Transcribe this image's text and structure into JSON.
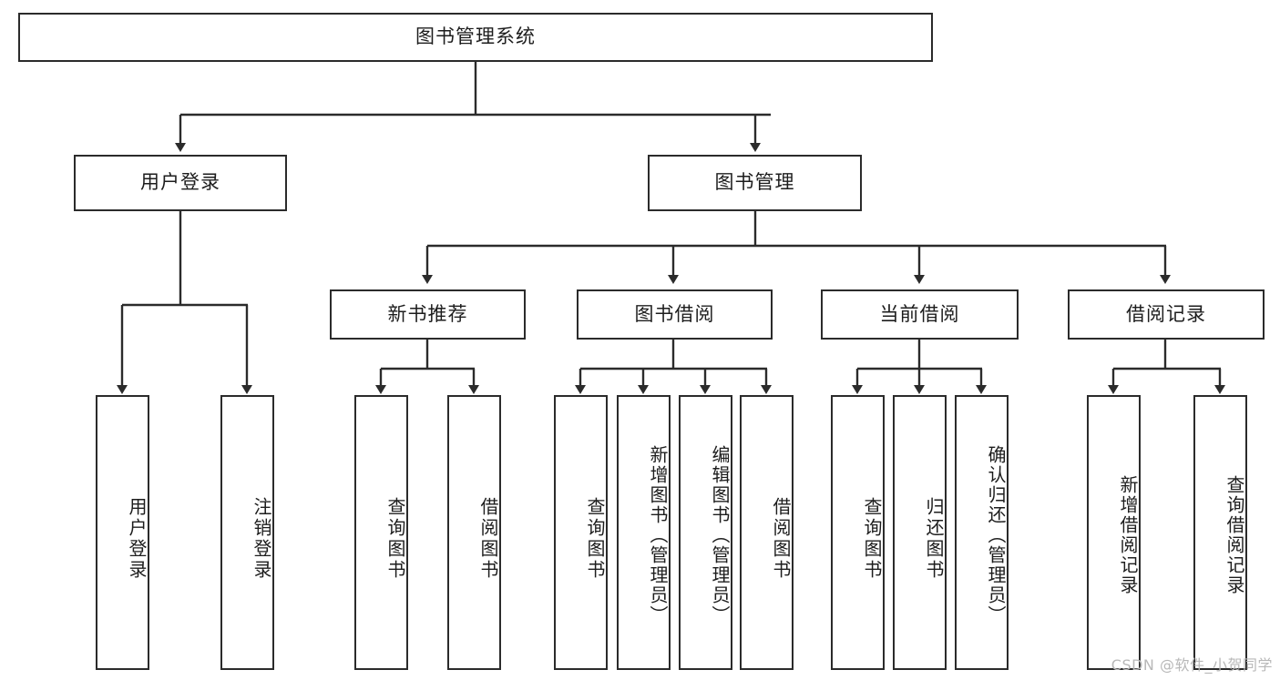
{
  "diagram": {
    "title": "图书管理系统",
    "type": "tree",
    "levels": [
      {
        "level": 0,
        "nodes": [
          {
            "id": "root",
            "label": "图书管理系统",
            "orientation": "horizontal"
          }
        ]
      },
      {
        "level": 1,
        "nodes": [
          {
            "id": "user-login",
            "label": "用户登录",
            "orientation": "horizontal",
            "parent": "root"
          },
          {
            "id": "book-manage",
            "label": "图书管理",
            "orientation": "horizontal",
            "parent": "root"
          }
        ]
      },
      {
        "level": 2,
        "nodes": [
          {
            "id": "new-book-recommend",
            "label": "新书推荐",
            "orientation": "horizontal",
            "parent": "book-manage"
          },
          {
            "id": "book-borrow",
            "label": "图书借阅",
            "orientation": "horizontal",
            "parent": "book-manage"
          },
          {
            "id": "current-borrow",
            "label": "当前借阅",
            "orientation": "horizontal",
            "parent": "book-manage"
          },
          {
            "id": "borrow-record",
            "label": "借阅记录",
            "orientation": "horizontal",
            "parent": "book-manage"
          }
        ]
      },
      {
        "level": 3,
        "nodes": [
          {
            "id": "leaf-user-login",
            "label": "用户登录",
            "orientation": "vertical",
            "parent": "user-login"
          },
          {
            "id": "leaf-logout",
            "label": "注销登录",
            "orientation": "vertical",
            "parent": "user-login"
          },
          {
            "id": "leaf-query-book-1",
            "label": "查询图书",
            "orientation": "vertical",
            "parent": "new-book-recommend"
          },
          {
            "id": "leaf-borrow-book-1",
            "label": "借阅图书",
            "orientation": "vertical",
            "parent": "new-book-recommend"
          },
          {
            "id": "leaf-query-book-2",
            "label": "查询图书",
            "orientation": "vertical",
            "parent": "book-borrow"
          },
          {
            "id": "leaf-add-book",
            "label": "新增图书（管理员）",
            "orientation": "vertical",
            "parent": "book-borrow"
          },
          {
            "id": "leaf-edit-book",
            "label": "编辑图书（管理员）",
            "orientation": "vertical",
            "parent": "book-borrow"
          },
          {
            "id": "leaf-borrow-book-2",
            "label": "借阅图书",
            "orientation": "vertical",
            "parent": "book-borrow"
          },
          {
            "id": "leaf-query-book-3",
            "label": "查询图书",
            "orientation": "vertical",
            "parent": "current-borrow"
          },
          {
            "id": "leaf-return-book",
            "label": "归还图书",
            "orientation": "vertical",
            "parent": "current-borrow"
          },
          {
            "id": "leaf-confirm-return",
            "label": "确认归还（管理员）",
            "orientation": "vertical",
            "parent": "current-borrow"
          },
          {
            "id": "leaf-add-record",
            "label": "新增借阅记录",
            "orientation": "vertical",
            "parent": "borrow-record"
          },
          {
            "id": "leaf-query-record",
            "label": "查询借阅记录",
            "orientation": "vertical",
            "parent": "borrow-record"
          }
        ]
      }
    ],
    "colors": {
      "stroke": "#2b2b2b",
      "fill": "#ffffff",
      "text": "#1d1d1d",
      "watermark": "#b8b8b8"
    }
  },
  "watermark": {
    "text": "CSDN @软件_小贺同学"
  }
}
